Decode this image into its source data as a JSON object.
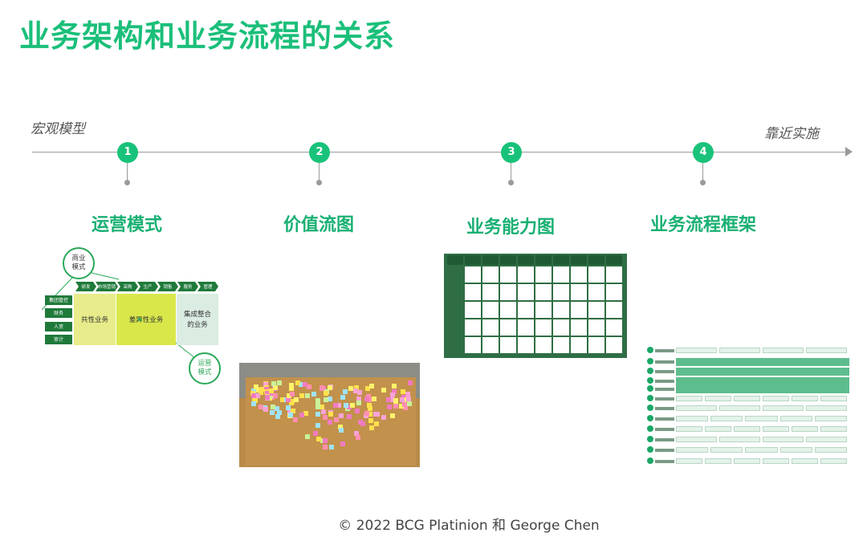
{
  "title": "业务架构和业务流程的关系",
  "axis": {
    "left_label": "宏观模型",
    "right_label": "靠近实施"
  },
  "steps": [
    {
      "number": "1",
      "label": "运营模式"
    },
    {
      "number": "2",
      "label": "价值流图"
    },
    {
      "number": "3",
      "label": "业务能力图"
    },
    {
      "number": "4",
      "label": "业务流程框架"
    }
  ],
  "operating_model": {
    "business_model": "商业\n模式",
    "operating_model": "运营\n模式",
    "chain": [
      "研发",
      "市场营销",
      "采购",
      "生产",
      "销售",
      "服务",
      "管理"
    ],
    "side": [
      "集团管控",
      "财务",
      "人资",
      "审计"
    ],
    "common": "共性业务",
    "diff": "差异性业务",
    "integrated": "集成整合\n的业务"
  },
  "footer": "© 2022 BCG Platinion 和 George Chen",
  "colors": {
    "accent": "#1bbf7a",
    "node": "#19c27a",
    "axis": "#9a9a9a"
  }
}
